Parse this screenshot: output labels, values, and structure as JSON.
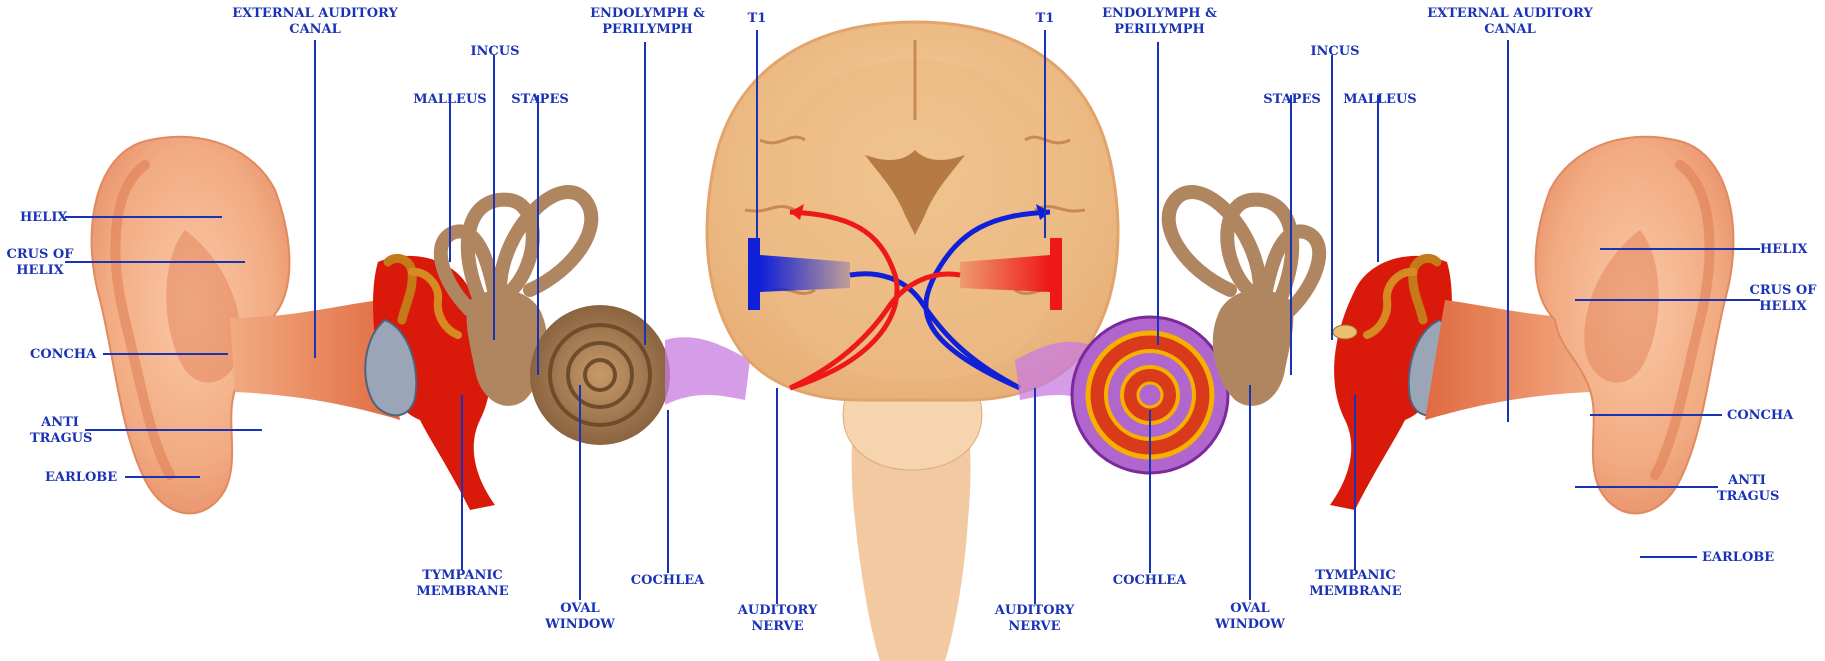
{
  "colors": {
    "label": "#1a33b5",
    "leader_line": "#1a33b5",
    "skin": "#f4b48e",
    "skin_dark": "#d97a52",
    "canal": "#e88a5c",
    "middle_ear": "#d91a0b",
    "ossicle": "#c47a18",
    "tympanic": "#9aa6b8",
    "labyrinth": "#b08660",
    "cochlea": "#9a7048",
    "cochlea_cross": "#b066cc",
    "brain_cortex": "#f0c48c",
    "brain_inner": "#e8b27c",
    "pathway_blue": "#1020d8",
    "pathway_red": "#ee1818",
    "nerve_glow": "#c77ce0"
  },
  "left_labels": {
    "external_canal": "EXTERNAL AUDITORY\nCANAL",
    "incus": "INCUS",
    "malleus": "MALLEUS",
    "stapes": "STAPES",
    "endolymph": "ENDOLYMPH &\nPERILYMPH",
    "t1": "T1",
    "helix": "HELIX",
    "crus_of_helix": "CRUS OF\nHELIX",
    "concha": "CONCHA",
    "anti_tragus": "ANTI\nTRAGUS",
    "earlobe": "EARLOBE",
    "tympanic_membrane": "TYMPANIC\nMEMBRANE",
    "oval_window": "OVAL\nWINDOW",
    "cochlea": "COCHLEA",
    "auditory_nerve": "AUDITORY\nNERVE"
  },
  "right_labels": {
    "t1": "T1",
    "endolymph": "ENDOLYMPH &\nPERILYMPH",
    "incus": "INCUS",
    "external_canal": "EXTERNAL AUDITORY\nCANAL",
    "stapes": "STAPES",
    "malleus": "MALLEUS",
    "helix": "HELIX",
    "crus_of_helix": "CRUS OF\nHELIX",
    "concha": "CONCHA",
    "anti_tragus": "ANTI\nTRAGUS",
    "earlobe": "EARLOBE",
    "auditory_nerve": "AUDITORY\nNERVE",
    "cochlea": "COCHLEA",
    "oval_window": "OVAL\nWINDOW",
    "tympanic_membrane": "TYMPANIC\nMEMBRANE"
  }
}
